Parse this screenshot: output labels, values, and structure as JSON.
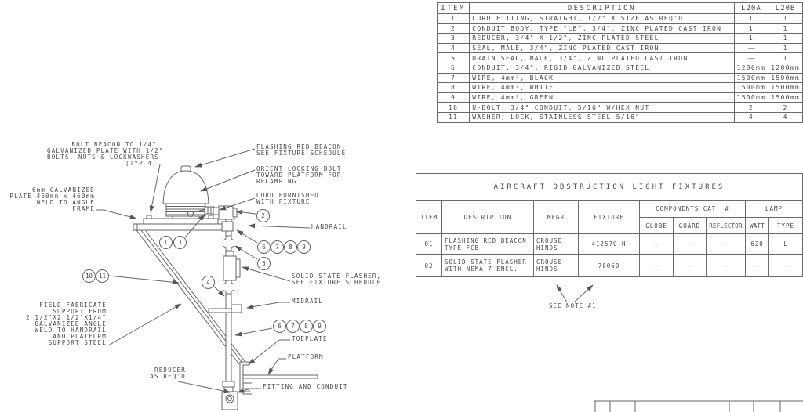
{
  "colors": {
    "line": "#63646a",
    "text": "#47484c",
    "background": "#ffffff"
  },
  "parts_table": {
    "headers": [
      "ITEM",
      "DESCRIPTION",
      "L20A",
      "L20B"
    ],
    "rows": [
      [
        "1",
        "CORD FITTING, STRAIGHT, 1/2\" X SIZE AS REQ'D",
        "1",
        "1"
      ],
      [
        "2",
        "CONDUIT BODY, TYPE \"LB\", 3/4\", ZINC PLATED CAST IRON",
        "1",
        "1"
      ],
      [
        "3",
        "REDUCER, 3/4\" X 1/2\", ZINC PLATED STEEL",
        "1",
        "1"
      ],
      [
        "4",
        "SEAL, MALE, 3/4\", ZINC PLATED CAST IRON",
        "——",
        "1"
      ],
      [
        "5",
        "DRAIN SEAL, MALE, 3/4\", ZINC PLATED CAST IRON",
        "——",
        "1"
      ],
      [
        "6",
        "CONDUIT, 3/4\", RIGID GALVANIZED STEEL",
        "1200mm",
        "1200mm"
      ],
      [
        "7",
        "WIRE, 4mm², BLACK",
        "1500mm",
        "1500mm"
      ],
      [
        "8",
        "WIRE, 4mm², WHITE",
        "1500mm",
        "1500mm"
      ],
      [
        "9",
        "WIRE, 4mm², GREEN",
        "1500mm",
        "1500mm"
      ],
      [
        "10",
        "U-BOLT, 3/4\" CONDUIT, 5/16\" W/HEX NUT",
        "2",
        "2"
      ],
      [
        "11",
        "WASHER, LOCK, STAINLESS STEEL 5/16\"",
        "4",
        "4"
      ]
    ]
  },
  "fixture_table": {
    "title": "AIRCRAFT OBSTRUCTION LIGHT FIXTURES",
    "col_headers": {
      "item": "ITEM",
      "description": "DESCRIPTION",
      "mfgr": "MFGR",
      "fixture": "FIXTURE"
    },
    "group_headers": {
      "components": "COMPONENTS CAT. #",
      "lamp": "LAMP"
    },
    "sub_headers": {
      "globe": "GLOBE",
      "guard": "GUARD",
      "reflector": "REFLECTOR",
      "watt": "WATT",
      "type": "TYPE"
    },
    "rows": [
      {
        "item": "01",
        "description": [
          "FLASHING RED BEACON",
          "TYPE FCB"
        ],
        "mfgr": [
          "CROUSE",
          "HINDS"
        ],
        "fixture": "41257G-H",
        "globe": "——",
        "guard": "——",
        "reflector": "——",
        "watt": "620",
        "type": "L"
      },
      {
        "item": "02",
        "description": [
          "SOLID STATE FLASHER",
          "WITH NEMA 7 ENCL."
        ],
        "mfgr": [
          "CROUSE",
          "HINDS"
        ],
        "fixture": "70060",
        "globe": "——",
        "guard": "——",
        "reflector": "——",
        "watt": "——",
        "type": "——"
      }
    ],
    "note": "SEE NOTE #1"
  },
  "diagram": {
    "labels": {
      "bolt_beacon": {
        "lines": [
          "BOLT BEACON TO 1/4\"",
          "GALVANIZED PLATE WITH 1/2\"",
          "BOLTS, NUTS & LOCKWASHERS",
          "(TYP 4)"
        ]
      },
      "galvanized_plate": {
        "lines": [
          "6mm GALVANIZED",
          "PLATE 460mm x 460mm",
          "WELD TO ANGLE",
          "FRAME"
        ]
      },
      "field_fabricate": {
        "lines": [
          "FIELD FABRICATE",
          "SUPPORT FROM",
          "2 1/2\"X2 1/2\"X1/4\"",
          "GALVANIZED ANGLE",
          "WELD TO HANDRAIL",
          "AND PLATFORM",
          "SUPPORT STEEL"
        ]
      },
      "reducer": {
        "lines": [
          "REDUCER",
          "AS REQ'D"
        ]
      },
      "flashing_beacon": {
        "lines": [
          "FLASHING RED BEACON,",
          "SEE FIXTURE SCHEDULE"
        ]
      },
      "orient_bolt": {
        "lines": [
          "ORIENT LOCKING BOLT",
          "TOWARD PLATFORM FOR",
          "RELAMPING"
        ]
      },
      "cord": {
        "lines": [
          "CORD FURNISHED",
          "WITH FIXTURE"
        ]
      },
      "handrail": {
        "lines": [
          "HANDRAIL"
        ]
      },
      "flasher": {
        "lines": [
          "SOLID STATE FLASHER,",
          "SEE FIXTURE SCHEDULE"
        ]
      },
      "midrail": {
        "lines": [
          "MIDRAIL"
        ]
      },
      "toeplate": {
        "lines": [
          "TOEPLATE"
        ]
      },
      "platform": {
        "lines": [
          "PLATFORM"
        ]
      },
      "fitting_conduit": {
        "lines": [
          "FITTING AND CONDUIT"
        ]
      }
    },
    "balloons": {
      "n1": "1",
      "n2": "2",
      "n3": "3",
      "n4": "4",
      "n5": "5",
      "n6": "6",
      "n7": "7",
      "n8": "8",
      "n9": "9",
      "n10": "10",
      "n11": "11"
    }
  }
}
